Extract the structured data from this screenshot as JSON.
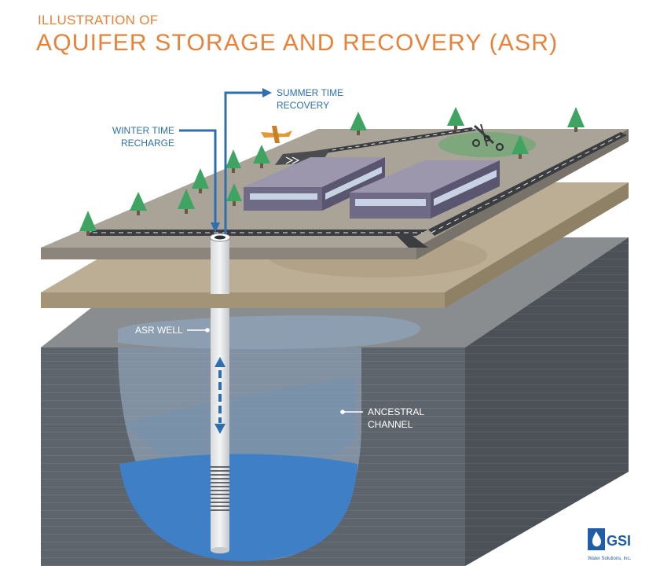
{
  "title": {
    "line1": "ILLUSTRATION OF",
    "line2": "AQUIFER STORAGE AND RECOVERY (ASR)"
  },
  "labels": {
    "summer_line1": "SUMMER TIME",
    "summer_line2": "RECOVERY",
    "winter_line1": "WINTER TIME",
    "winter_line2": "RECHARGE",
    "asr_well": "ASR WELL",
    "ancestral_line1": "ANCESTRAL",
    "ancestral_line2": "CHANNEL"
  },
  "logo": {
    "name": "GSI",
    "subtitle": "Water Solutions, Inc."
  },
  "colors": {
    "title": "#e8823a",
    "label_blue": "#2f6fb1",
    "water": "#3f7fc6",
    "ground": "#a8a296",
    "soil": "#b8ab93",
    "bedrock": "#5d6369"
  }
}
